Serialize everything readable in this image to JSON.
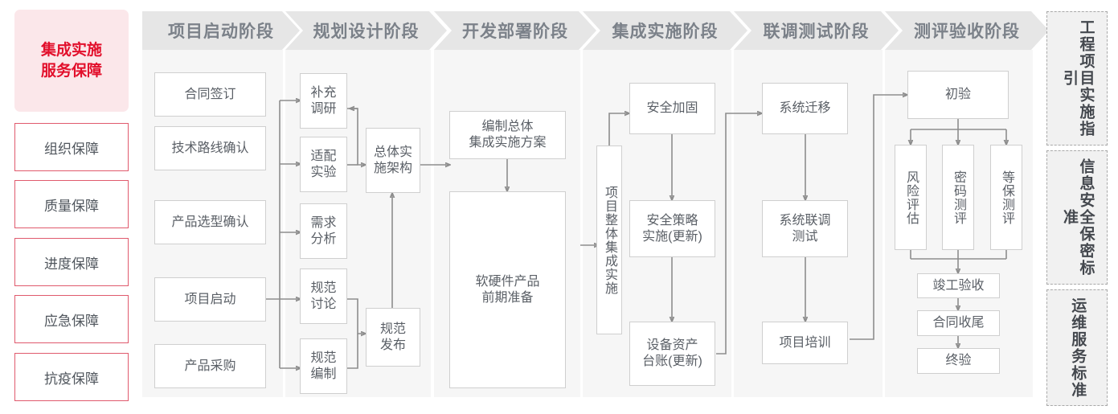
{
  "left_panel": {
    "lead_label": "集成实施\n服务保障",
    "items": [
      {
        "label": "组织保障"
      },
      {
        "label": "质量保障"
      },
      {
        "label": "进度保障"
      },
      {
        "label": "应急保障"
      },
      {
        "label": "抗疫保障"
      }
    ]
  },
  "phases": [
    {
      "title": "项目启动阶段"
    },
    {
      "title": "规划设计阶段"
    },
    {
      "title": "开发部署阶段"
    },
    {
      "title": "集成实施阶段"
    },
    {
      "title": "联调测试阶段"
    },
    {
      "title": "测评验收阶段"
    }
  ],
  "nodes": {
    "p1_1": "合同签订",
    "p1_2": "技术路线确认",
    "p1_3": "产品选型确认",
    "p1_4": "项目启动",
    "p1_5": "产品采购",
    "p2_1": "补充\n调研",
    "p2_2": "适配\n实验",
    "p2_3": "需求\n分析",
    "p2_4": "规范\n讨论",
    "p2_5": "规范\n编制",
    "p2_6": "总体实\n施架构",
    "p2_7": "规范\n发布",
    "p3_1": "编制总体\n集成实施方案",
    "p3_2": "软硬件产品\n前期准备",
    "p4_0": "项目整体集成实施",
    "p4_1": "安全加固",
    "p4_2": "安全策略\n实施(更新)",
    "p4_3": "设备资产\n台账(更新)",
    "p5_1": "系统迁移",
    "p5_2": "系统联调\n测试",
    "p5_3": "项目培训",
    "p6_1": "初验",
    "p6_2": "风险评估",
    "p6_3": "密码测评",
    "p6_4": "等保测评",
    "p6_5": "竣工验收",
    "p6_6": "合同收尾",
    "p6_7": "终验"
  },
  "standards": [
    {
      "label": "工程项目实施指引"
    },
    {
      "label": "信息安全保密标准"
    },
    {
      "label": "运维服务标准"
    }
  ],
  "colors": {
    "accent_red": "#e2102c",
    "red_border": "#e05a6d",
    "lead_bg": "#fbe7ea",
    "column_bg": "#f6f6f6",
    "chevron_bg": "#e6e6e6",
    "chevron_text": "#7b8189",
    "node_border": "#cfcfcf",
    "node_text": "#5a5f66",
    "wire": "#8d8d8d",
    "standards_bg": "#f1f1f1"
  }
}
